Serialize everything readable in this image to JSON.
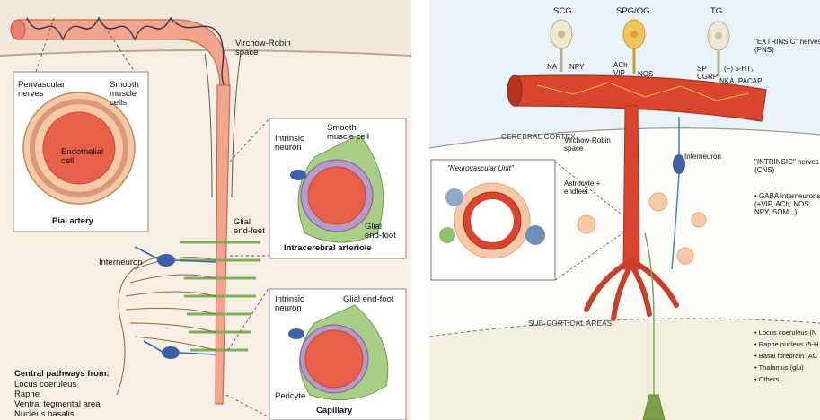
{
  "left": {
    "virchow_robin": "Virchow-Robin\nspace",
    "perivascular": "Perivascular\nnerves",
    "smooth_muscle": "Smooth\nmuscle\ncells",
    "endothelial": "Endothelial\ncell",
    "pial_artery": "Pial artery",
    "glial_endfeet": "Glial\nend-feet",
    "intrinsic_neuron_1": "Intrinsic\nneuron",
    "smooth_muscle_cell": "Smooth\nmuscle cell",
    "glial_endfoot_1": "Glial\nend-foot",
    "intracerebral_arteriole": "Intracerebral arteriole",
    "interneuron": "Interneuron",
    "intrinsic_neuron_2": "Intrinsic\nneuron",
    "glial_endfoot_2": "Glial end-foot",
    "pericyte": "Pericyte",
    "capillary": "Capillary",
    "central_title": "Central pathways from:",
    "central_items": [
      "Locus coeruleus",
      "Raphe",
      "Ventral tegmental area",
      "Nucleus basalis"
    ]
  },
  "right": {
    "scg": "SCG",
    "spg_og": "SPG/OG",
    "tg": "TG",
    "na": "NA",
    "npy": "NPY",
    "ach_vip": "ACh\nVIP",
    "nos": "NOS",
    "sp_cgrp": "SP\nCGRP",
    "ht1": "(−) 5-HT₁",
    "nka_pacap": "NKA, PACAP",
    "extrinsic": "\"EXTRINSIC\" nerves\n(PNS)",
    "cerebral_cortex": "CEREBRAL CORTEX",
    "virchow_robin": "Virchow-Robin\nspace",
    "interneuron": "Interneuron",
    "nvu": "\"Neurovascular Unit\"",
    "astrocyte": "Astrocyte +\nendfeet",
    "intrinsic": "\"INTRINSIC\" nerves\n(CNS)",
    "gaba": "• GABA interneurons\n(+VIP, ACh, NOS,\nNPY, SOM...)",
    "subcortical": "SUB-CORTICAL AREAS",
    "subcortical_items": [
      "Locus coeruleus (N",
      "Raphe nucleus (5-H",
      "Basal forebrain (AC",
      "Thalamus (glu)",
      "Others..."
    ]
  },
  "colors": {
    "vessel": "#d9442c",
    "vessel_light": "#f08f78",
    "glia": "#8fc06a",
    "neuron_blue": "#3e5fa8",
    "left_bg": "#f1e8dc"
  }
}
